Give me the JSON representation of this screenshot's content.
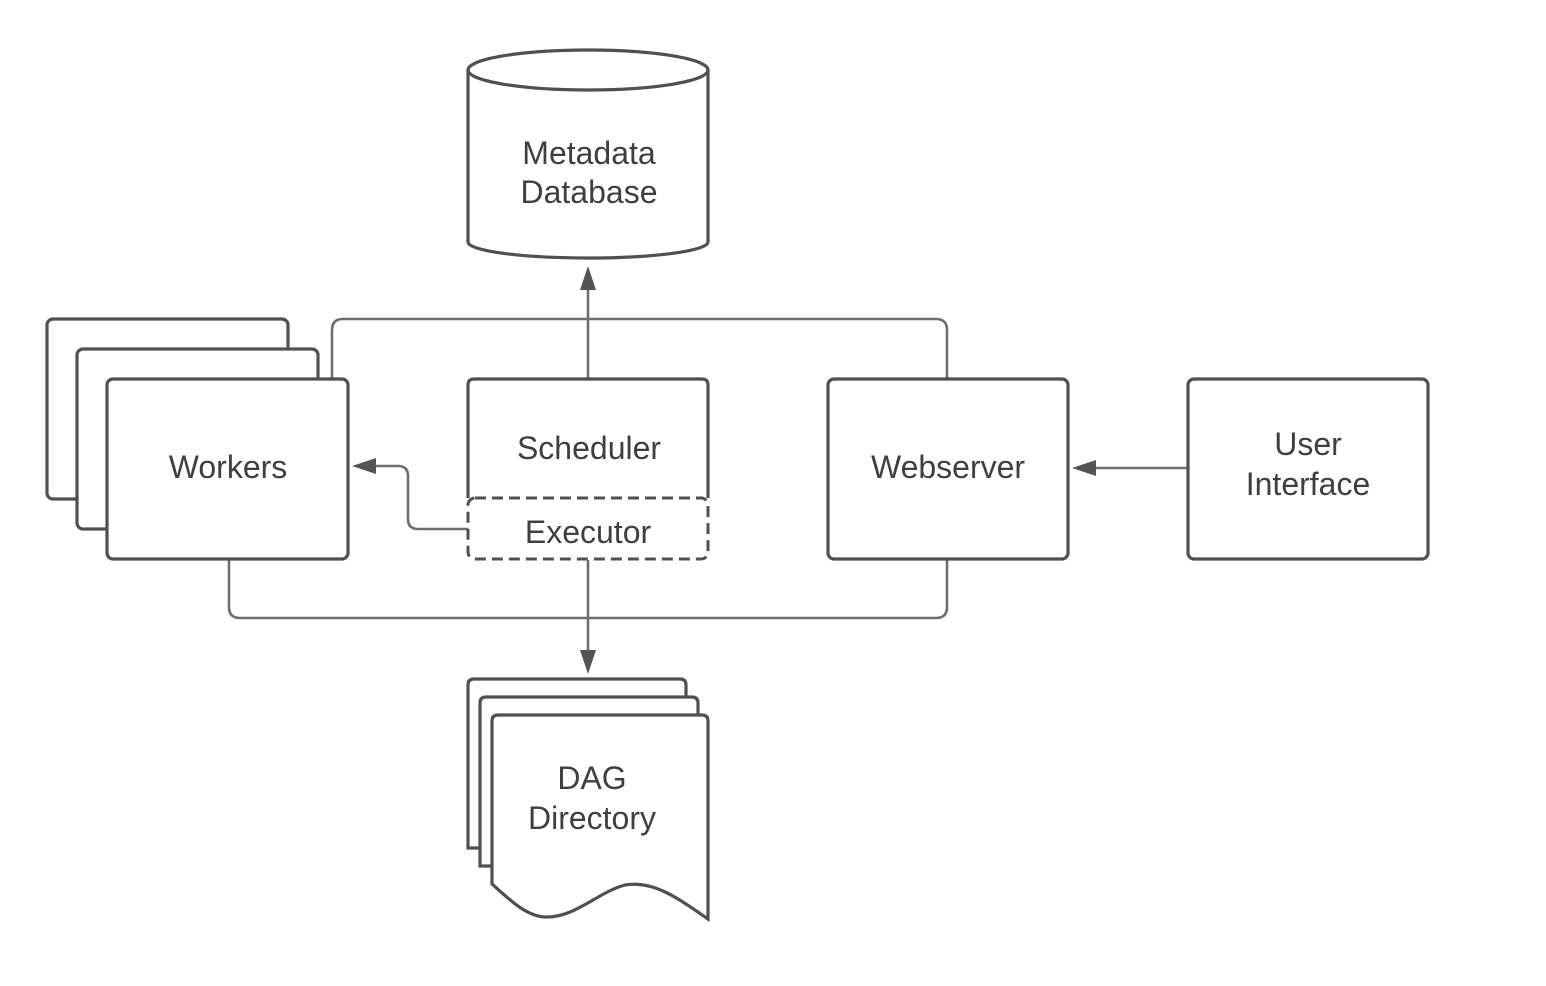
{
  "diagram": {
    "nodes": {
      "metadata_database": {
        "line1": "Metadata",
        "line2": "Database"
      },
      "workers": {
        "label": "Workers"
      },
      "scheduler": {
        "label": "Scheduler"
      },
      "executor": {
        "label": "Executor"
      },
      "webserver": {
        "label": "Webserver"
      },
      "user_interface": {
        "line1": "User",
        "line2": "Interface"
      },
      "dag_directory": {
        "line1": "DAG",
        "line2": "Directory"
      }
    },
    "colors": {
      "stroke": "#505050",
      "connector": "#6e6e6e",
      "text": "#3f3f3f",
      "background": "#ffffff"
    }
  }
}
